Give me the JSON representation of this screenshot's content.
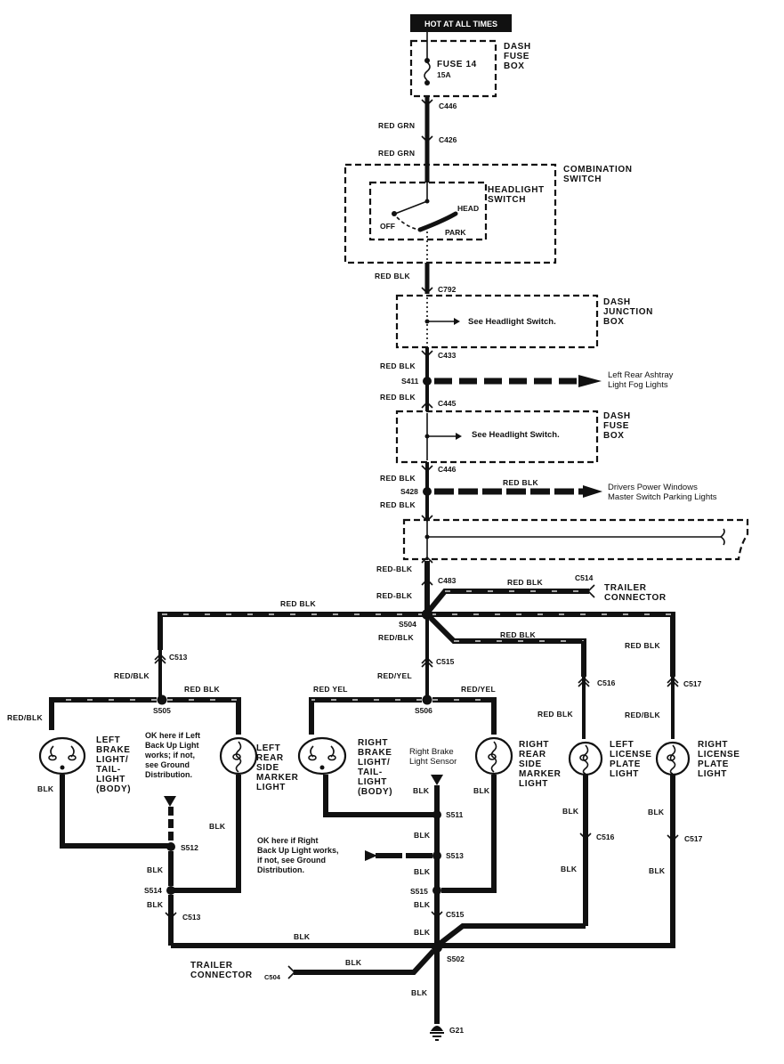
{
  "diagram": {
    "title_banner": "HOT AT ALL TIMES",
    "components": {
      "dash_fuse_box_top": "DASH\nFUSE\nBOX",
      "fuse": "FUSE 14",
      "fuse_rating": "15A",
      "combination_switch": "COMBINATION\nSWITCH",
      "headlight_switch": "HEADLIGHT\nSWITCH",
      "switch_off": "OFF",
      "switch_head": "HEAD",
      "switch_park": "PARK",
      "dash_junction_box": "DASH\nJUNCTION\nBOX",
      "dash_fuse_box_mid": "DASH\nFUSE\nBOX",
      "see_headlight_1": "See Headlight Switch.",
      "see_headlight_2": "See Headlight Switch.",
      "trailer_connector_top": "TRAILER\nCONNECTOR",
      "trailer_connector_bottom": "TRAILER\nCONNECTOR",
      "left_brake_light": "LEFT\nBRAKE\nLIGHT/\nTAIL-\nLIGHT\n(BODY)",
      "left_rear_side_marker": "LEFT\nREAR\nSIDE\nMARKER\nLIGHT",
      "right_brake_light": "RIGHT\nBRAKE\nLIGHT/\nTAIL-\nLIGHT\n(BODY)",
      "right_rear_side_marker": "RIGHT\nREAR\nSIDE\nMARKER\nLIGHT",
      "left_license_plate": "LEFT\nLICENSE\nPLATE\nLIGHT",
      "right_license_plate": "RIGHT\nLICENSE\nPLATE\nLIGHT",
      "ground": "G21"
    },
    "notes": {
      "left_rear_ashtray": "Left Rear Ashtray\nLight  Fog Lights",
      "drivers_power_windows": "Drivers Power Windows\nMaster Switch Parking Lights",
      "left_backup_ok": "OK here if Left\nBack Up Light\nworks; if not,\nsee Ground\nDistribution.",
      "right_backup_ok": "OK here if Right\nBack Up Light works,\nif not, see Ground\nDistribution.",
      "right_brake_sensor": "Right Brake\nLight Sensor"
    },
    "connectors": {
      "c446_top": "C446",
      "c426": "C426",
      "c792": "C792",
      "c433": "C433",
      "c445": "C445",
      "c446_mid": "C446",
      "c483": "C483",
      "c514": "C514",
      "c513_top": "C513",
      "c515_top": "C515",
      "c516_top": "C516",
      "c517_top": "C517",
      "c513_bottom": "C513",
      "c515_bottom": "C515",
      "c516_bottom": "C516",
      "c517_bottom": "C517",
      "c504": "C504"
    },
    "splices": {
      "s411": "S411",
      "s428": "S428",
      "s504": "S504",
      "s505": "S505",
      "s506": "S506",
      "s511": "S511",
      "s512": "S512",
      "s513": "S513",
      "s514": "S514",
      "s515": "S515",
      "s502": "S502"
    },
    "wire_colors": {
      "red_grn_1": "RED GRN",
      "red_grn_2": "RED GRN",
      "red_blk_switch": "RED BLK",
      "red_blk_c433": "RED BLK",
      "red_blk_c445": "RED BLK",
      "red_blk_c446": "RED BLK",
      "red_blk_s428_branch": "RED BLK",
      "red_blk_s428_below": "RED BLK",
      "red_blk_c483_above": "RED-BLK",
      "red_blk_c483_below": "RED-BLK",
      "red_blk_trailer": "RED BLK",
      "red_blk_left_trunk": "RED BLK",
      "red_blk_s504_below": "RED/BLK",
      "red_blk_right_branch": "RED BLK",
      "red_blk_c513_left": "RED/BLK",
      "red_blk_s505_right": "RED BLK",
      "red_blk_left_brake": "RED/BLK",
      "red_yel_c515": "RED/YEL",
      "red_yel_left": "RED YEL",
      "red_yel_right": "RED/YEL",
      "red_blk_c516_above": "RED BLK",
      "red_blk_c516_below": "RED BLK",
      "red_blk_c517_above": "RED BLK",
      "red_blk_c517_below": "RED/BLK",
      "blk_left_brake": "BLK",
      "blk_left_marker": "BLK",
      "blk_s512_s514": "BLK",
      "blk_s514_c513": "BLK",
      "blk_right_brake": "BLK",
      "blk_right_marker": "BLK",
      "blk_s511_s513": "BLK",
      "blk_s513_s515": "BLK",
      "blk_s515_c515": "BLK",
      "blk_c515_s502": "BLK",
      "blk_c516_above": "BLK",
      "blk_c516_below": "BLK",
      "blk_c517_above": "BLK",
      "blk_c517_below": "BLK",
      "blk_bottom_run": "BLK",
      "blk_trailer": "BLK",
      "blk_ground": "BLK"
    },
    "colors": {
      "ink": "#111111",
      "paper": "#ffffff"
    }
  }
}
